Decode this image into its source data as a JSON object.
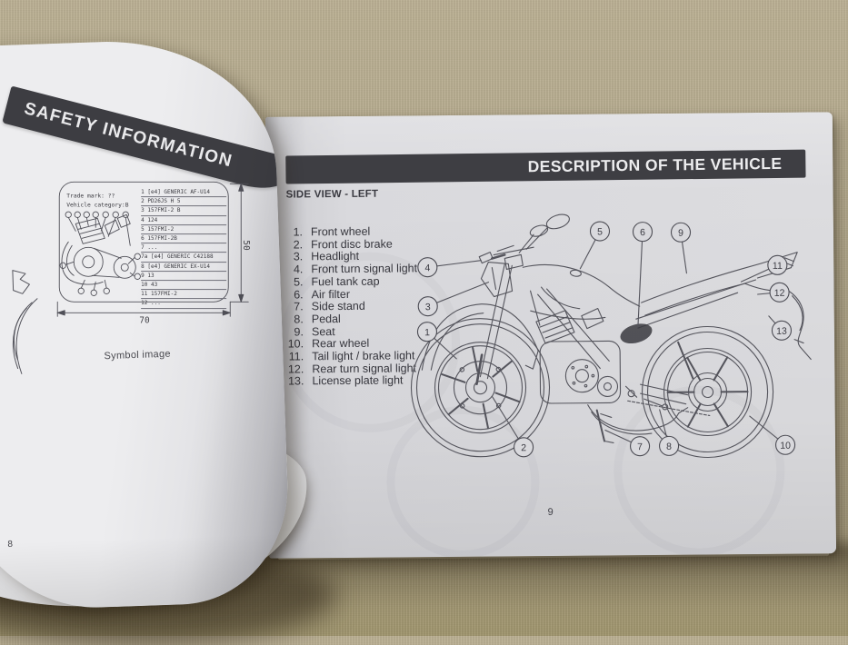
{
  "photo": {
    "description": "Open motorcycle owner's manual lying on beige woven fabric",
    "fabric_color": "#b3a88b",
    "page_color": "#dcdcdf",
    "banner_color": "#3e3e43",
    "line_art_color": "#54545c"
  },
  "left_page": {
    "header": "SAFETY INFORMATION",
    "caption": "Symbol image",
    "page_number": "8",
    "label_plate": {
      "trade_mark_line": "Trade mark: ??",
      "category_line": "Vehicle category:B",
      "spec_rows": [
        "1  [e4] GENERIC AF-U14",
        "2  PD26JS H 5",
        "3  157FMI-2 B",
        "4  124",
        "5  157FMI-2",
        "6  157FMI-2B",
        "7  ...",
        "7a [e4] GENERIC C42188",
        "8  [e4] GENERIC EX-U14",
        "9  13",
        "10  43",
        "11  157FMI-2",
        "12  ..."
      ],
      "width_dim": "70",
      "height_dim": "50"
    }
  },
  "right_page": {
    "header": "DESCRIPTION OF THE VEHICLE",
    "subtitle": "SIDE VIEW - LEFT",
    "page_number": "9",
    "parts": [
      {
        "num": "1.",
        "label": "Front wheel"
      },
      {
        "num": "2.",
        "label": "Front disc brake"
      },
      {
        "num": "3.",
        "label": "Headlight"
      },
      {
        "num": "4.",
        "label": "Front turn signal light"
      },
      {
        "num": "5.",
        "label": "Fuel tank cap"
      },
      {
        "num": "6.",
        "label": "Air filter"
      },
      {
        "num": "7.",
        "label": "Side stand"
      },
      {
        "num": "8.",
        "label": "Pedal"
      },
      {
        "num": "9.",
        "label": "Seat"
      },
      {
        "num": "10.",
        "label": "Rear wheel"
      },
      {
        "num": "11.",
        "label": "Tail light / brake light"
      },
      {
        "num": "12.",
        "label": "Rear turn signal light"
      },
      {
        "num": "13.",
        "label": "License plate light"
      }
    ],
    "callouts": [
      "1",
      "2",
      "3",
      "4",
      "5",
      "6",
      "7",
      "8",
      "9",
      "10",
      "11",
      "12",
      "13"
    ]
  }
}
